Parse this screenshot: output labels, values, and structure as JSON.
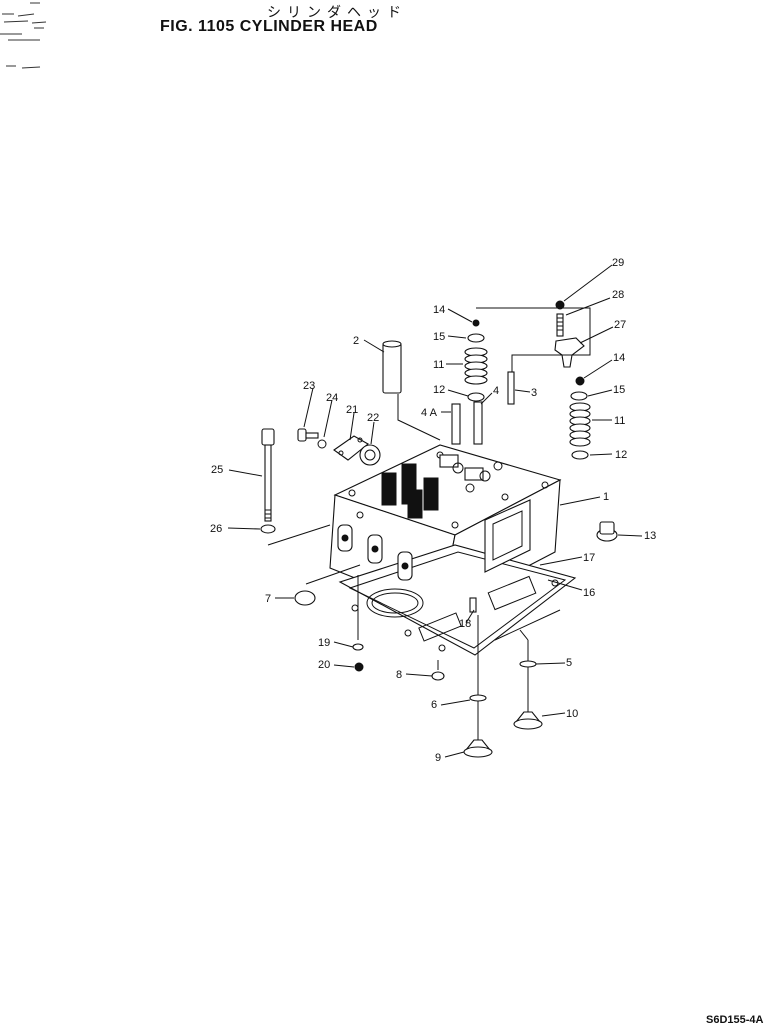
{
  "header": {
    "jp_title": "シリンダヘッド",
    "fig_title": "FIG. 1105  CYLINDER HEAD"
  },
  "footer": {
    "drawing_code": "S6D155-4A"
  },
  "callouts": {
    "c1": "1",
    "c2": "2",
    "c3": "3",
    "c4": "4",
    "c4a": "4 A",
    "c5": "5",
    "c6": "6",
    "c7": "7",
    "c8": "8",
    "c9": "9",
    "c10": "10",
    "c11a": "11",
    "c11b": "11",
    "c12a": "12",
    "c12b": "12",
    "c13": "13",
    "c14a": "14",
    "c14b": "14",
    "c15a": "15",
    "c15b": "15",
    "c16": "16",
    "c17": "17",
    "c18": "18",
    "c19": "19",
    "c20": "20",
    "c21": "21",
    "c22": "22",
    "c23": "23",
    "c24": "24",
    "c25": "25",
    "c26": "26",
    "c27": "27",
    "c28": "28",
    "c29": "29"
  }
}
